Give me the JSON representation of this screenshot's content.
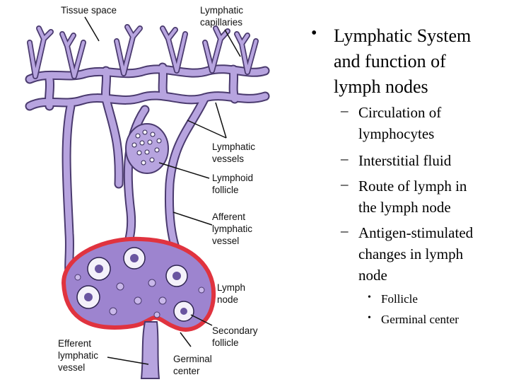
{
  "diagram": {
    "labels": {
      "tissue_space": "Tissue space",
      "lymphatic_capillaries_1": "Lymphatic",
      "lymphatic_capillaries_2": "capillaries",
      "lymphatic_vessels_1": "Lymphatic",
      "lymphatic_vessels_2": "vessels",
      "lymphoid_follicle_1": "Lymphoid",
      "lymphoid_follicle_2": "follicle",
      "afferent_1": "Afferent",
      "afferent_2": "lymphatic",
      "afferent_3": "vessel",
      "lymph_node_1": "Lymph",
      "lymph_node_2": "node",
      "secondary_follicle_1": "Secondary",
      "secondary_follicle_2": "follicle",
      "efferent_1": "Efferent",
      "efferent_2": "lymphatic",
      "efferent_3": "vessel",
      "germinal_center_1": "Germinal",
      "germinal_center_2": "center"
    },
    "colors": {
      "vessel_fill": "#b7a4df",
      "vessel_stroke": "#4a3a6e",
      "capsule": "#e0333f",
      "node_fill": "#9d84cf"
    }
  },
  "bullets": {
    "main_line_1": "Lymphatic System",
    "main_line_2": "and function of",
    "main_line_3": "lymph nodes",
    "sub1_line_1": "Circulation of",
    "sub1_line_2": "lymphocytes",
    "sub2": "Interstitial fluid",
    "sub3_line_1": "Route of lymph in",
    "sub3_line_2": "the lymph node",
    "sub4_line_1": "Antigen-stimulated",
    "sub4_line_2": "changes in lymph",
    "sub4_line_3": "node",
    "subsub1": "Follicle",
    "subsub2": "Germinal center",
    "bullet_glyph": "•",
    "dash_glyph": "–"
  }
}
